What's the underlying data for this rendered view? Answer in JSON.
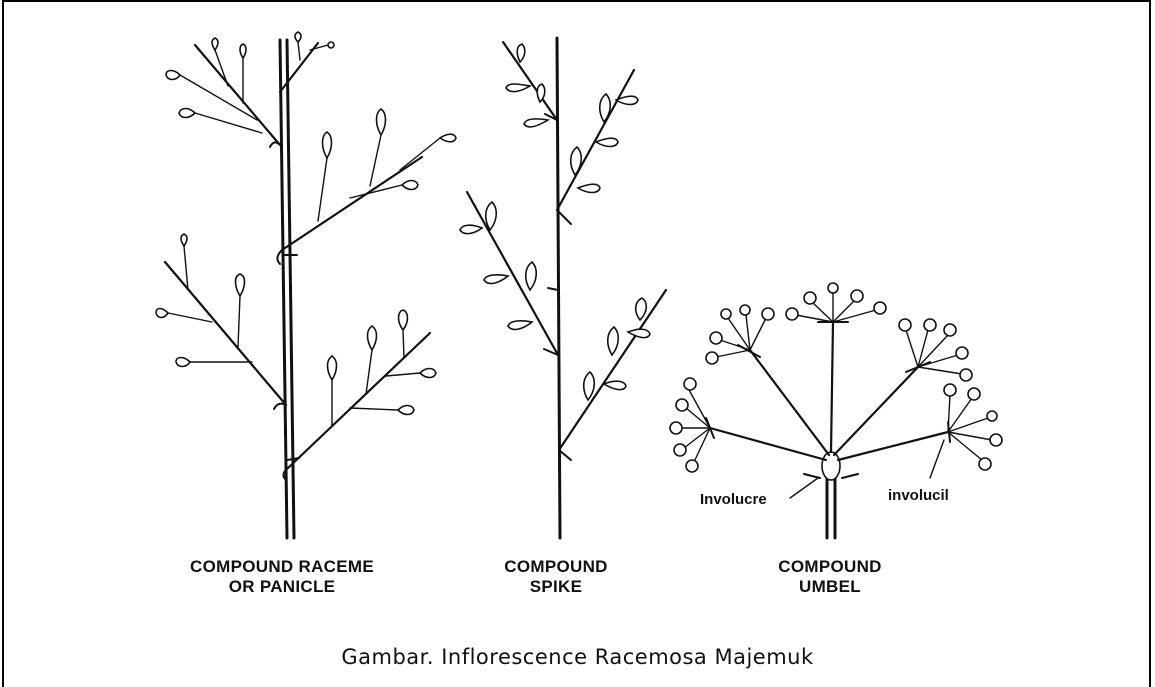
{
  "diagrams": [
    {
      "id": "raceme",
      "label_lines": [
        "COMPOUND RACEME",
        "OR PANICLE"
      ]
    },
    {
      "id": "spike",
      "label_lines": [
        "COMPOUND",
        "SPIKE"
      ]
    },
    {
      "id": "umbel",
      "label_lines": [
        "COMPOUND",
        "UMBEL"
      ],
      "annotations": {
        "involucre": "Involucre",
        "involucil": "involucil"
      }
    }
  ],
  "caption": "Gambar. Inflorescence Racemosa Majemuk"
}
